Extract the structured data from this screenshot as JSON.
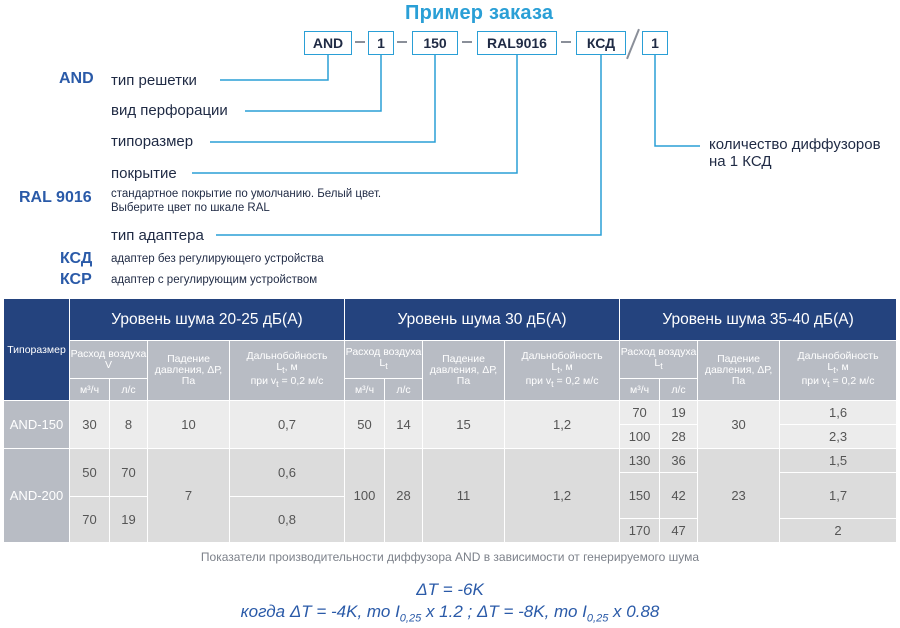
{
  "order": {
    "title": "Пример заказа",
    "codes": [
      "AND",
      "1",
      "150",
      "RAL9016",
      "КСД",
      "1"
    ]
  },
  "legend": {
    "and_key": "AND",
    "grille_type": "тип решетки",
    "perforation": "вид перфорации",
    "size": "типоразмер",
    "coating": "покрытие",
    "ral_key": "RAL 9016",
    "ral_desc_1": "стандартное покрытие по умолчанию. Белый цвет.",
    "ral_desc_2": "Выберите цвет по шкале RAL",
    "adapter_type": "тип адаптера",
    "ksd_key": "КСД",
    "ksd_desc": "адаптер без регулирующего устройства",
    "ksr_key": "КСР",
    "ksr_desc": "адаптер с регулирующим устройством",
    "qty_1": "количество диффузоров",
    "qty_2": "на 1 КСД"
  },
  "table": {
    "col_tipo": "Типоразмер",
    "bands": [
      "Уровень шума 20-25 дБ(А)",
      "Уровень шума 30 дБ(А)",
      "Уровень шума 35-40 дБ(А)"
    ],
    "flow_1": "Расход воздуха",
    "flow_sym_1": "V",
    "flow_2": "Расход воздуха",
    "flow_sym_2": "L",
    "flow_sub": "t",
    "pressure": "Падение давления, ΔР, Па",
    "range_1": "Дальнобойность",
    "range_2": "L",
    "range_sub": "t",
    "range_3": ", м",
    "range_4": "при v",
    "range_sub2": "t",
    "range_5": " = 0,2 м/с",
    "unit_m3": "м³/ч",
    "unit_ls": "л/с",
    "rows": {
      "and150": {
        "label": "AND-150",
        "b1": [
          "30",
          "8",
          "10",
          "0,7"
        ],
        "b2": [
          "50",
          "14",
          "15",
          "1,2"
        ],
        "b3a": [
          "70",
          "19",
          "1,6"
        ],
        "b3_press": "30",
        "b3b": [
          "100",
          "28",
          "2,3"
        ]
      },
      "and200": {
        "label": "AND-200",
        "b1a": [
          "50",
          "70",
          "0,6"
        ],
        "b1_press": "7",
        "b1b": [
          "70",
          "19",
          "0,8"
        ],
        "b2": [
          "100",
          "28",
          "11",
          "1,2"
        ],
        "b3a": [
          "130",
          "36",
          "1,5"
        ],
        "b3_press": "23",
        "b3b": [
          "150",
          "42",
          "1,7"
        ],
        "b3c": [
          "170",
          "47",
          "2"
        ]
      }
    }
  },
  "caption": "Показатели производительности диффузора AND в зависимости от генерируемого шума",
  "formula": {
    "line1": "ΔT = -6K",
    "l2_a": "когда ΔT = -4K, то I",
    "l2_sub1": "0,25",
    "l2_b": " x 1.2 ; ΔT = -8K, то I",
    "l2_sub2": "0,25",
    "l2_c": " x 0.88"
  }
}
